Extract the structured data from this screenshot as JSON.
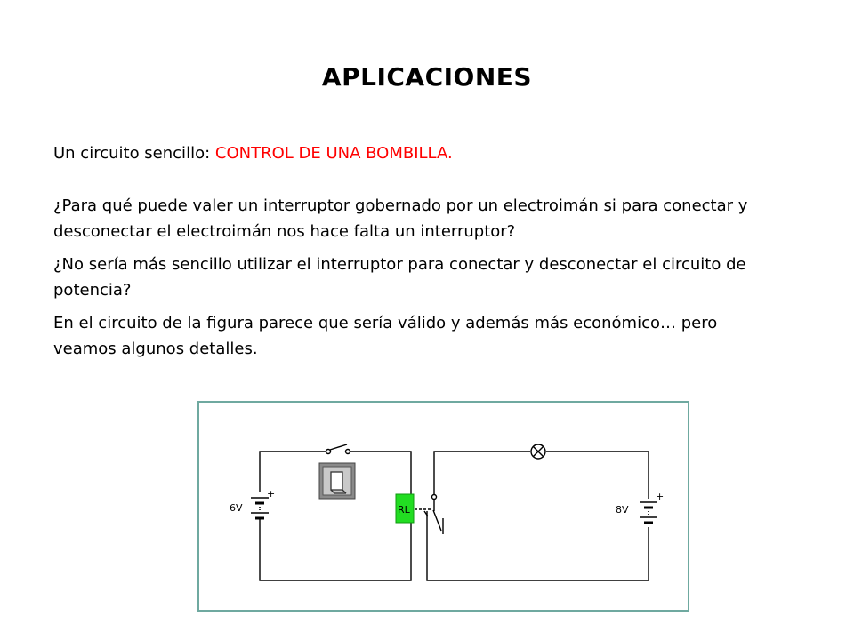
{
  "slide": {
    "title": "APLICACIONES",
    "intro_prefix": "Un circuito sencillo: ",
    "intro_highlight": "CONTROL DE UNA BOMBILLA.",
    "paragraphs": [
      "¿Para qué puede valer un interruptor gobernado por un electroimán si para conectar y desconectar el electroimán nos hace falta un interruptor?",
      "¿No sería más sencillo utilizar el interruptor para conectar y desconectar el circuito de potencia?",
      "En el circuito de la figura parece que sería válido y además más económico… pero veamos algunos detalles."
    ]
  },
  "circuit": {
    "battery_left_label": "6V",
    "battery_right_label": "8V",
    "relay_label": "RL",
    "plus_sign": "+",
    "colors": {
      "border": "#6fa9a0",
      "relay": "#22dd22",
      "highlight_text": "#ff0000"
    }
  }
}
